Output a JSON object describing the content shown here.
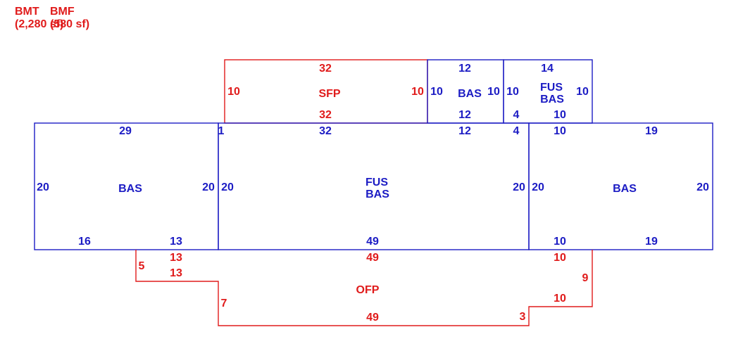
{
  "colors": {
    "blue": "#1c1cc4",
    "red": "#e01b1b"
  },
  "legend": {
    "code1": "BMT",
    "code2": "BMF",
    "area1": "(2,280 sf)",
    "area2": "(580 sf)"
  },
  "areas": {
    "sfp": "SFP",
    "bas_small": "BAS",
    "fus_small_1": "FUS",
    "fus_small_2": "BAS",
    "bas_left": "BAS",
    "fus_center_1": "FUS",
    "fus_center_2": "BAS",
    "bas_right": "BAS",
    "ofp": "OFP"
  },
  "dims": {
    "sfp_top": "32",
    "sfp_left": "10",
    "sfp_right": "10",
    "sfp_bottom": "32",
    "bs_top": "12",
    "bs_left": "10",
    "bs_right": "10",
    "bs_bottom": "12",
    "fs_top": "14",
    "fs_left": "10",
    "fs_right": "10",
    "fs_bottom_a": "4",
    "fs_bottom_b": "10",
    "bl_top": "29",
    "bl_left": "20",
    "bl_right": "20",
    "bl_bottom_a": "16",
    "bl_bottom_b": "13",
    "fc_corner": "1",
    "fc_top_a": "32",
    "fc_top_b": "12",
    "fc_top_c": "4",
    "fc_left": "20",
    "fc_right": "20",
    "fc_bottom": "49",
    "br_top_a": "10",
    "br_top_b": "19",
    "br_left": "20",
    "br_right": "20",
    "br_bottom_a": "10",
    "br_bottom_b": "19",
    "of_a": "13",
    "of_b": "5",
    "of_c": "13",
    "of_d": "49",
    "of_e": "10",
    "of_f": "9",
    "of_g": "7",
    "of_h": "10",
    "of_i": "49",
    "of_j": "3"
  }
}
